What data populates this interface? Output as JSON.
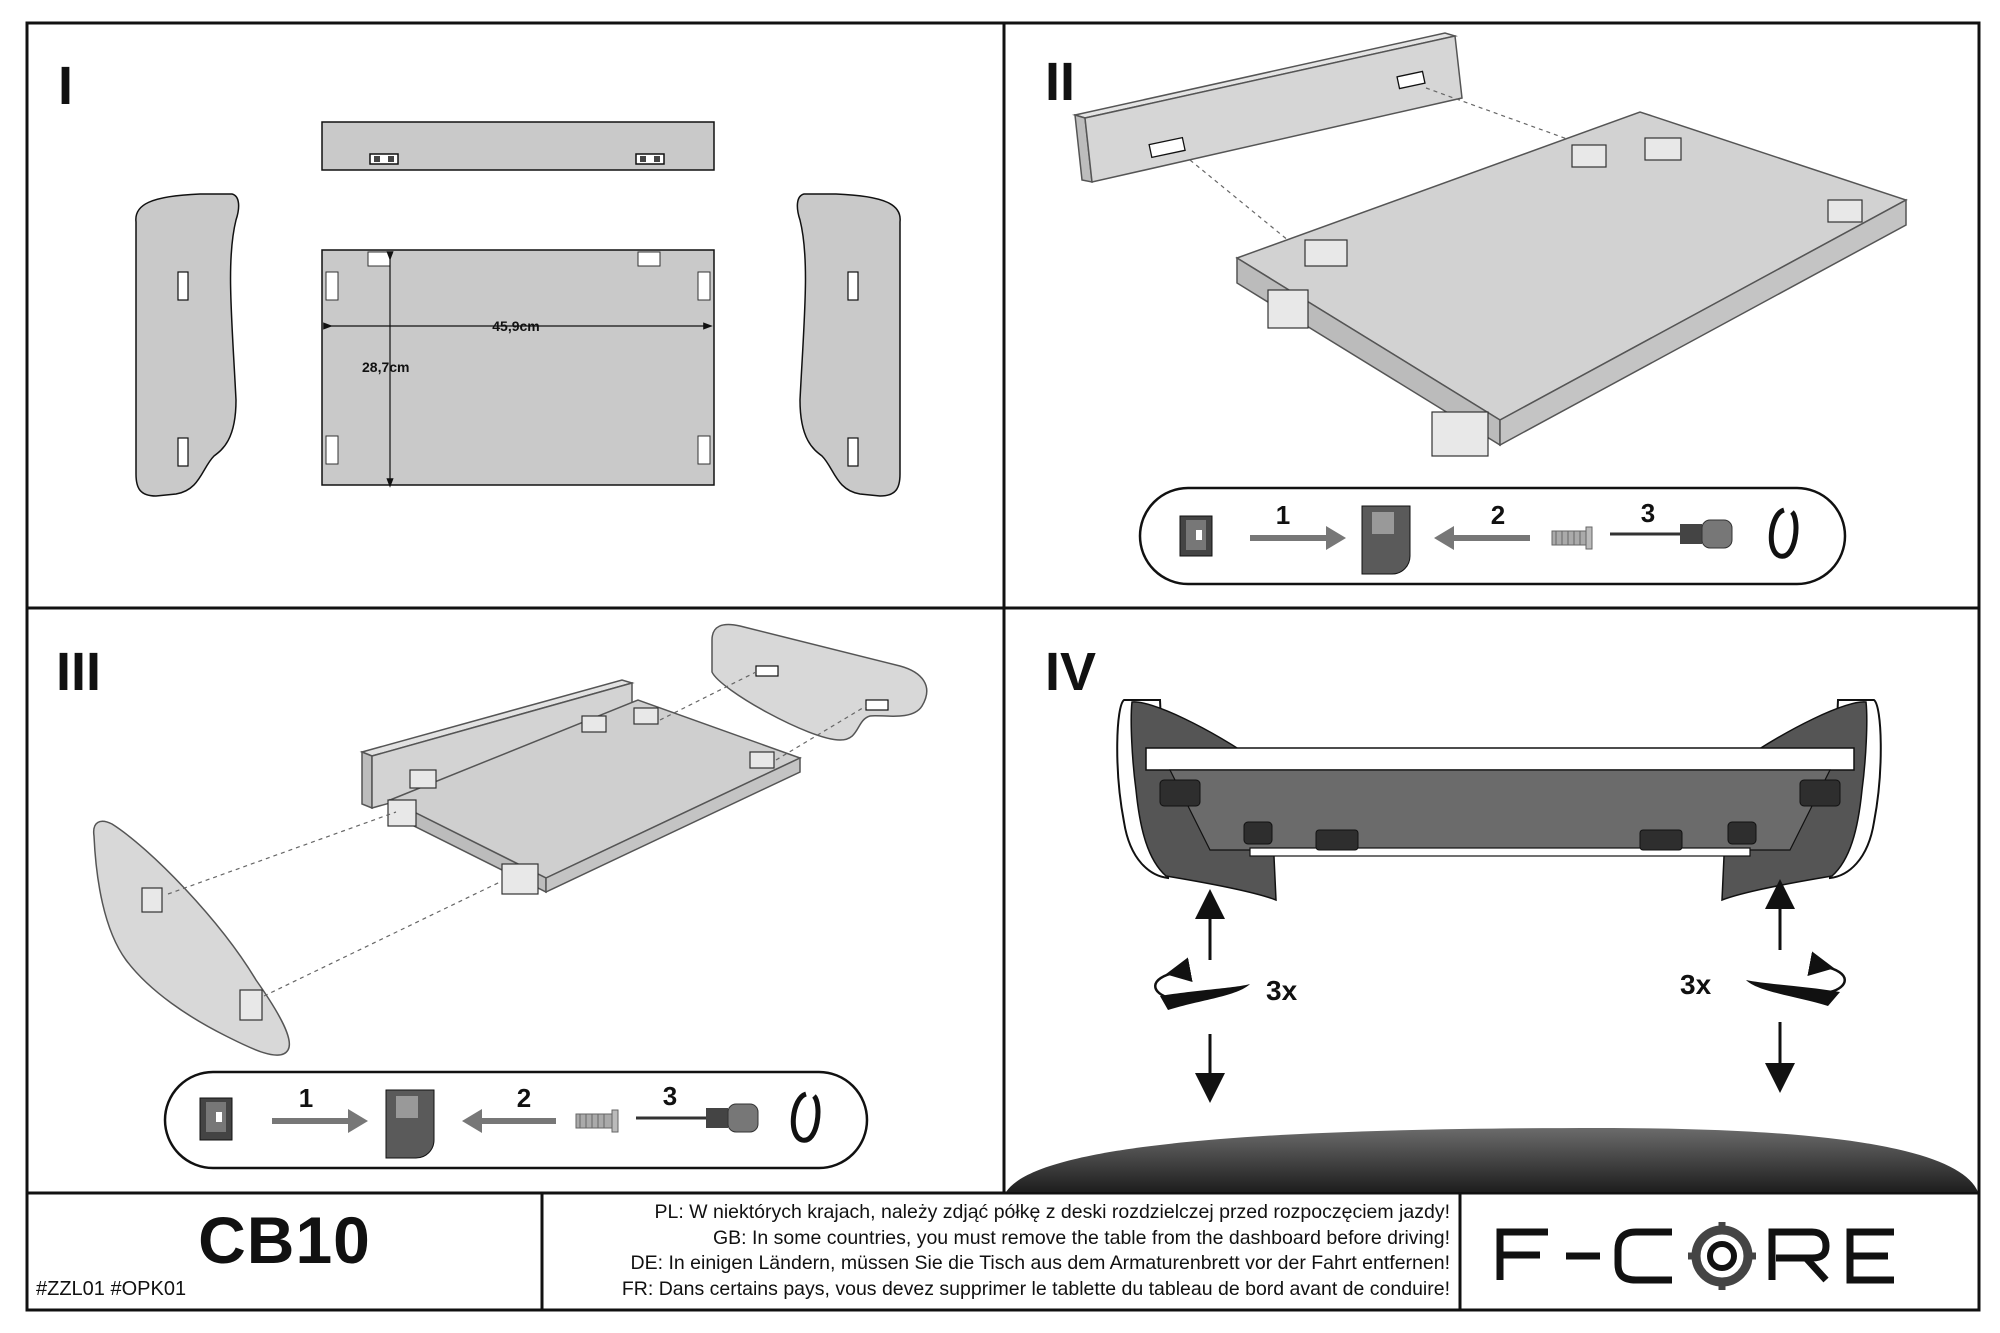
{
  "panels": [
    {
      "label": "I"
    },
    {
      "label": "II"
    },
    {
      "label": "III"
    },
    {
      "label": "IV"
    }
  ],
  "dimensions": {
    "width": "45,9cm",
    "depth": "28,7cm"
  },
  "assembly_steps": [
    "1",
    "2",
    "3"
  ],
  "rotation_count": "3x",
  "footer": {
    "model": "CB10",
    "codes": "#ZZL01  #OPK01",
    "warnings": [
      "PL: W niektórych krajach, należy zdjąć półkę z deski rozdzielczej przed rozpoczęciem jazdy!",
      "GB: In some countries, you must remove the table from the dashboard before driving!",
      "DE: In einigen Ländern, müssen Sie die Tisch aus dem Armaturenbrett vor der Fahrt entfernen!",
      "FR: Dans certains pays, vous devez supprimer le tablette du tableau de bord avant de conduire!"
    ],
    "brand_logo": "F-CORE"
  },
  "colors": {
    "part_fill": "#c9c9c9",
    "outline": "#111111",
    "arrow": "#777777",
    "dashboard": "#2e2e2e"
  }
}
